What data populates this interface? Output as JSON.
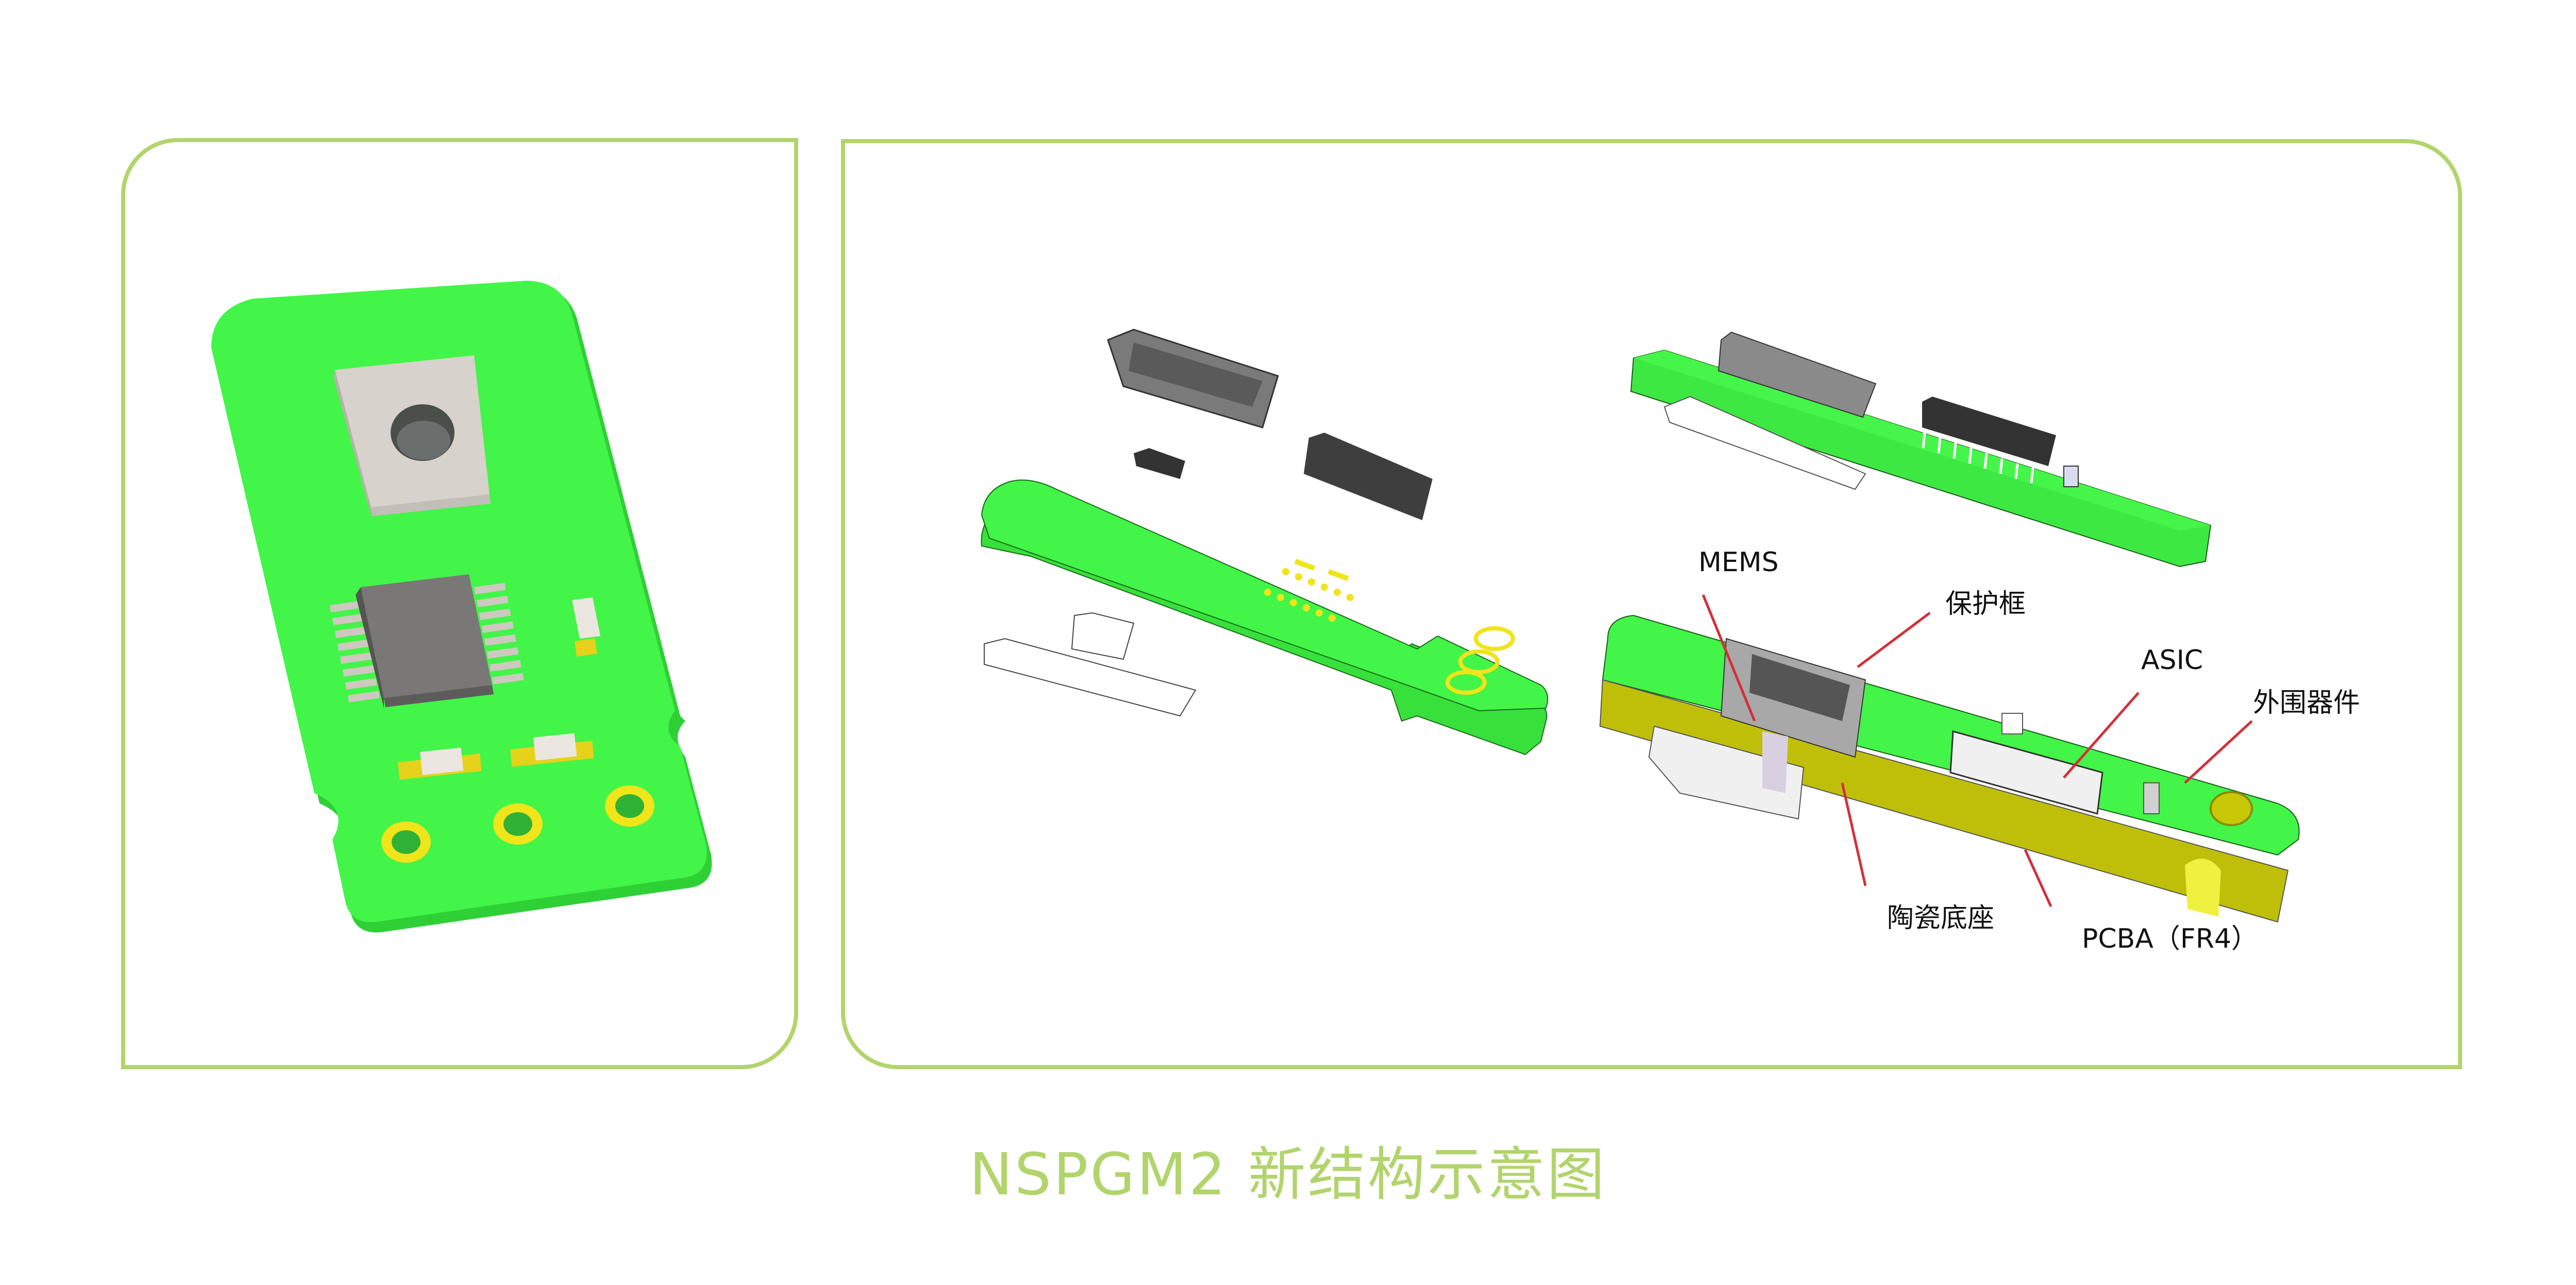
{
  "caption": "NSPGM2 新结构示意图",
  "colors": {
    "frame": "#b2d46c",
    "pcb_green": "#3ff542",
    "pcb_side": "#bfbf0a",
    "pad_gold": "#e6d21a",
    "leader_red": "#d32f3a",
    "chip_dark": "#5f5f5f"
  },
  "left_panel": {
    "title": "",
    "components": [
      "MEMS sensor cap",
      "SOP-16 ASIC",
      "SMD resistor",
      "SMD capacitor",
      "SMD capacitor",
      "through-hole pad",
      "through-hole pad",
      "through-hole pad"
    ]
  },
  "right_panel": {
    "views": [
      "exploded view",
      "assembled view",
      "cross-section view"
    ],
    "labels": {
      "mems": "MEMS",
      "frame": "保护框",
      "asic": "ASIC",
      "peripheral": "外围器件",
      "ceramic_base": "陶瓷底座",
      "pcba": "PCBA（FR4）"
    }
  }
}
